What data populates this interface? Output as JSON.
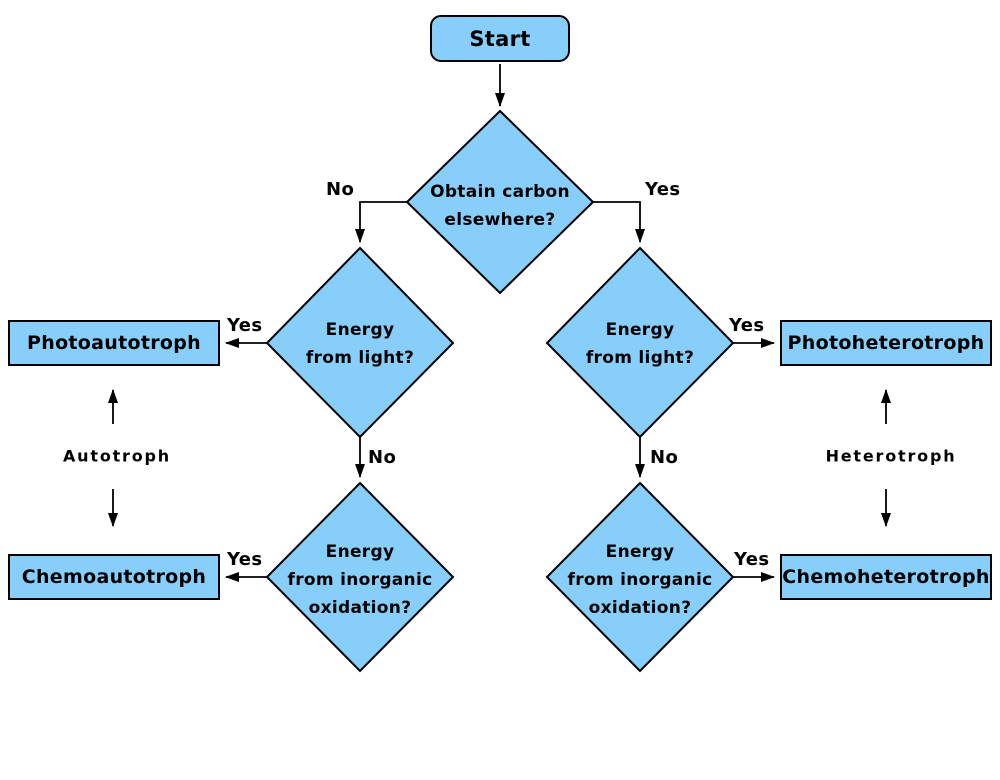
{
  "flowchart": {
    "colors": {
      "node_fill": "#87CEFA",
      "node_border": "#000000",
      "text_color": "#000000",
      "background": "#FFFFFF"
    },
    "start": {
      "label": "Start"
    },
    "decisions": {
      "carbon": {
        "label": "Obtain carbon\nelsewhere?"
      },
      "light_left": {
        "label": "Energy\nfrom light?"
      },
      "light_right": {
        "label": "Energy\nfrom light?"
      },
      "inorganic_left": {
        "label": "Energy\nfrom inorganic\noxidation?"
      },
      "inorganic_right": {
        "label": "Energy\nfrom inorganic\noxidation?"
      }
    },
    "results": {
      "photoautotroph": {
        "label": "Photoautotroph"
      },
      "chemoautotroph": {
        "label": "Chemoautotroph"
      },
      "photoheterotroph": {
        "label": "Photoheterotroph"
      },
      "chemoheterotroph": {
        "label": "Chemoheterotroph"
      }
    },
    "edge_labels": {
      "carbon_no": "No",
      "carbon_yes": "Yes",
      "light_left_yes": "Yes",
      "light_left_no": "No",
      "light_right_yes": "Yes",
      "light_right_no": "No",
      "inorganic_left_yes": "Yes",
      "inorganic_right_yes": "Yes"
    },
    "categories": {
      "autotroph": "Autotroph",
      "heterotroph": "Heterotroph"
    }
  }
}
